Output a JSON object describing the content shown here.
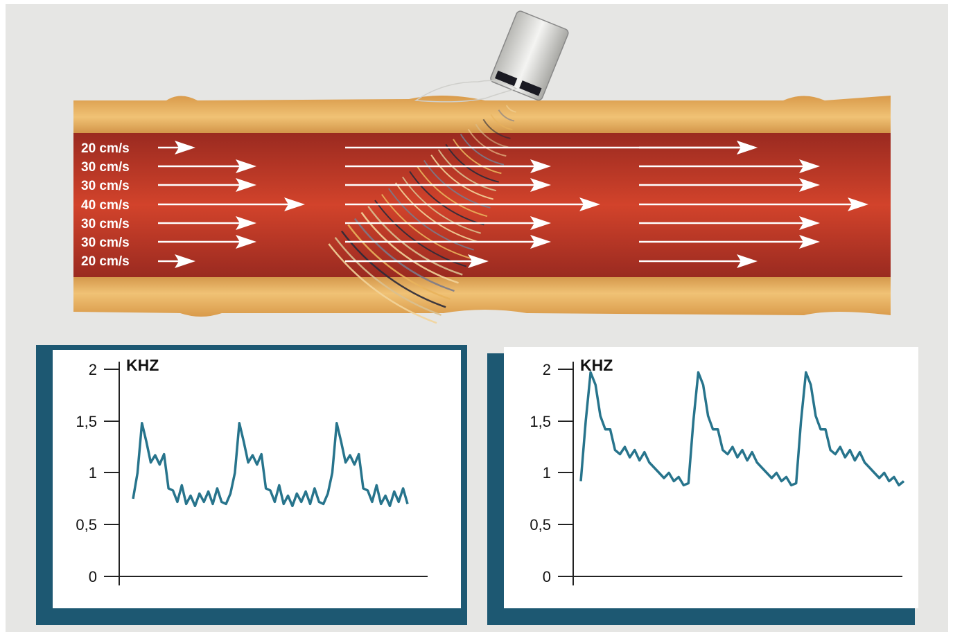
{
  "vessel": {
    "speed_labels": [
      "20 cm/s",
      "30 cm/s",
      "30 cm/s",
      "40 cm/s",
      "30 cm/s",
      "30 cm/s",
      "20 cm/s"
    ]
  },
  "colors": {
    "background": "#e6e6e4",
    "vessel_wall": "#e8b25c",
    "blood": "#b53526",
    "blood_center": "#d2432b",
    "frame": "#1d5872",
    "trace": "#27748c"
  },
  "chart_data": [
    {
      "type": "line",
      "ylabel": "KHZ",
      "ylim": [
        0,
        2
      ],
      "yticks": [
        "0",
        "0,5",
        "1",
        "1,5",
        "2"
      ],
      "y": [
        0.75,
        1.0,
        1.48,
        1.3,
        1.1,
        1.17,
        1.08,
        1.18,
        0.85,
        0.83,
        0.72,
        0.88,
        0.7,
        0.78,
        0.68,
        0.8,
        0.72,
        0.82,
        0.7,
        0.85,
        0.72,
        0.7,
        0.8,
        1.0,
        1.48,
        1.3,
        1.1,
        1.17,
        1.08,
        1.18,
        0.85,
        0.83,
        0.72,
        0.88,
        0.7,
        0.78,
        0.68,
        0.8,
        0.72,
        0.82,
        0.7,
        0.85,
        0.72,
        0.7,
        0.8,
        1.0,
        1.48,
        1.3,
        1.1,
        1.17,
        1.08,
        1.18,
        0.85,
        0.83,
        0.72,
        0.88,
        0.7,
        0.78,
        0.68,
        0.82,
        0.72,
        0.85,
        0.7
      ]
    },
    {
      "type": "line",
      "ylabel": "KHZ",
      "ylim": [
        0,
        2
      ],
      "yticks": [
        "0",
        "0,5",
        "1",
        "1,5",
        "2"
      ],
      "y": [
        0.92,
        1.5,
        1.97,
        1.85,
        1.55,
        1.42,
        1.42,
        1.22,
        1.18,
        1.25,
        1.15,
        1.22,
        1.12,
        1.2,
        1.1,
        1.05,
        1.0,
        0.95,
        1.0,
        0.92,
        0.96,
        0.88,
        0.9,
        1.5,
        1.97,
        1.85,
        1.55,
        1.42,
        1.42,
        1.22,
        1.18,
        1.25,
        1.15,
        1.22,
        1.12,
        1.2,
        1.1,
        1.05,
        1.0,
        0.95,
        1.0,
        0.92,
        0.96,
        0.88,
        0.9,
        1.5,
        1.97,
        1.85,
        1.55,
        1.42,
        1.42,
        1.22,
        1.18,
        1.25,
        1.15,
        1.22,
        1.12,
        1.2,
        1.1,
        1.05,
        1.0,
        0.95,
        1.0,
        0.92,
        0.96,
        0.88,
        0.92
      ]
    }
  ]
}
